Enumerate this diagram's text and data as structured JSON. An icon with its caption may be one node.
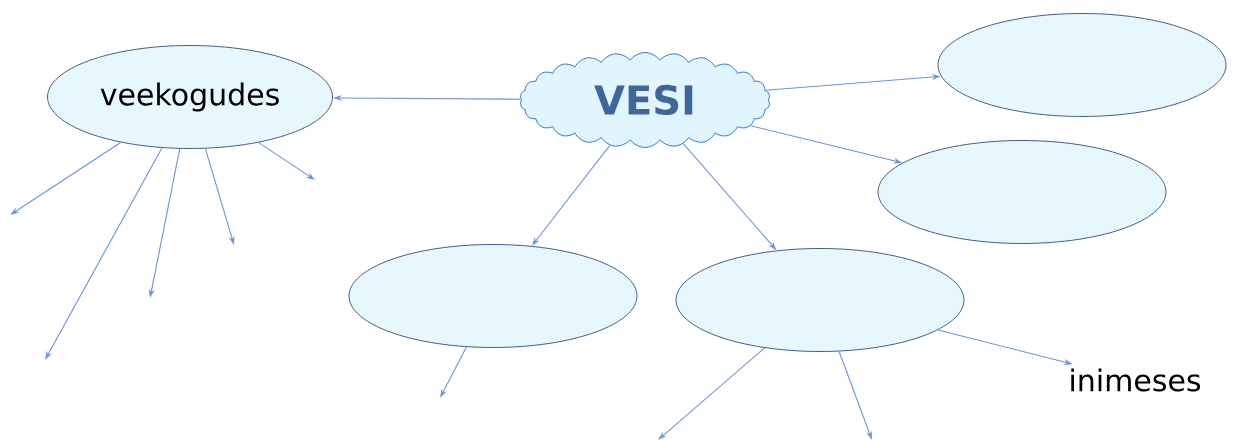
{
  "diagram": {
    "nodes": [
      {
        "text": [
          "VESI"
        ]
      },
      {
        "text": [
          "veekogudes"
        ]
      },
      {
        "text": [],
        "shape": "ellipse"
      },
      {
        "text": [],
        "shape": "ellipse"
      },
      {
        "text": [],
        "shape": "ellipse"
      },
      {
        "text": [],
        "shape": "ellipse"
      },
      {
        "text": [
          "inimeses"
        ]
      }
    ],
    "edges": [
      {
        "from": 0,
        "to": 1,
        "arrow": "to"
      },
      {
        "from": 0,
        "to": 2,
        "arrow": "to"
      },
      {
        "from": 0,
        "to": 3,
        "arrow": "to"
      },
      {
        "from": 0,
        "to": 4,
        "arrow": "to"
      },
      {
        "from": 0,
        "to": 5,
        "arrow": "to"
      },
      {
        "from": 1,
        "to": null,
        "arrow": "to"
      },
      {
        "from": 1,
        "to": null,
        "arrow": "to"
      },
      {
        "from": 1,
        "to": null,
        "arrow": "to"
      },
      {
        "from": 1,
        "to": null,
        "arrow": "to"
      },
      {
        "from": 1,
        "to": null,
        "arrow": "to"
      },
      {
        "from": 4,
        "to": null,
        "arrow": "to"
      },
      {
        "from": 5,
        "to": null,
        "arrow": "to"
      },
      {
        "from": 5,
        "to": null,
        "arrow": "to"
      },
      {
        "from": 5,
        "to": 6,
        "arrow": "to"
      }
    ]
  }
}
